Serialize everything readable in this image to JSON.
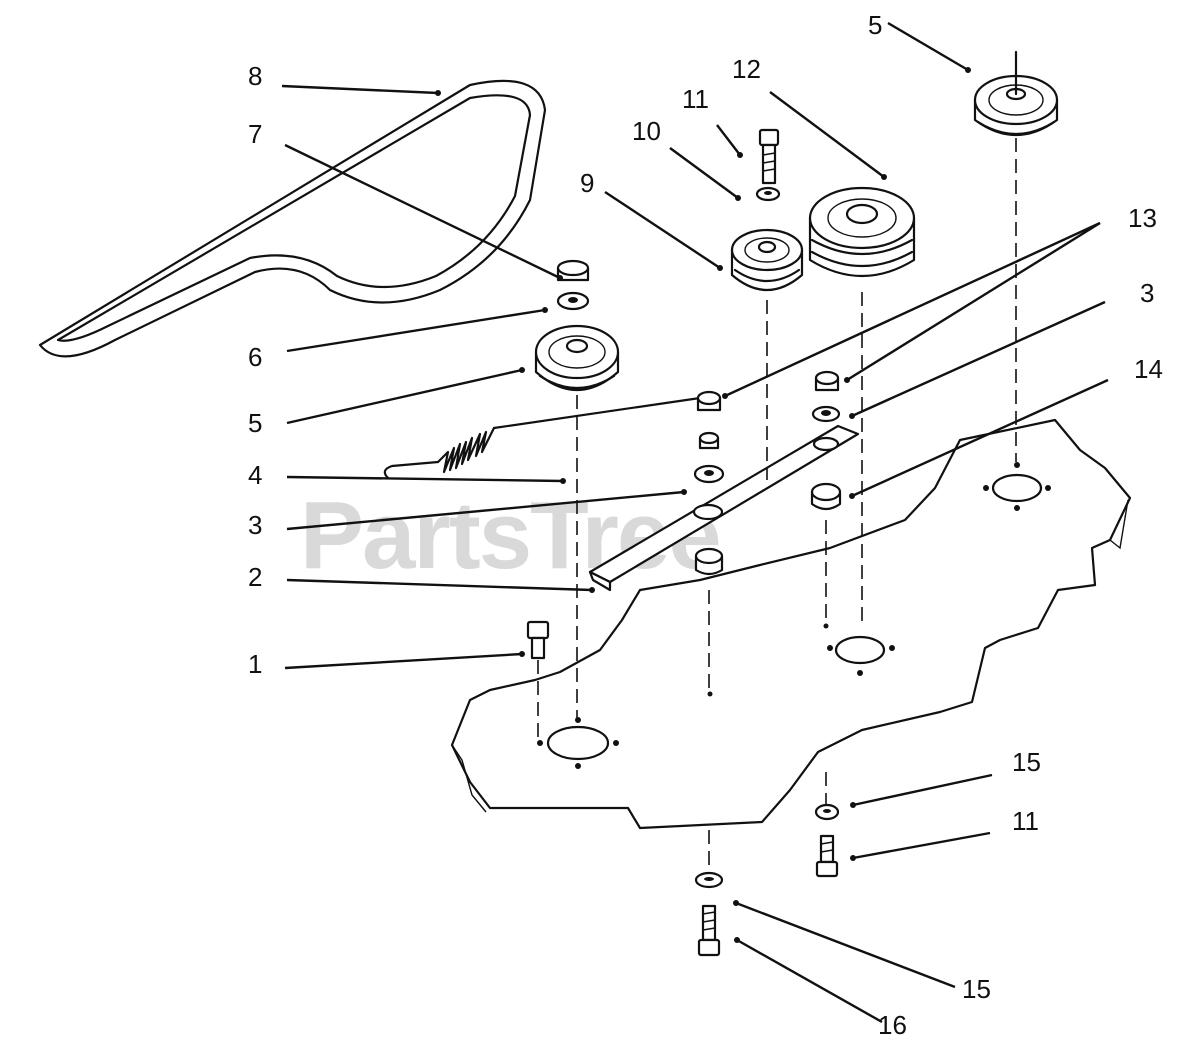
{
  "watermark": "PartsTree",
  "callouts": {
    "c8": "8",
    "c7": "7",
    "c6": "6",
    "c5_left": "5",
    "c4": "4",
    "c3_left": "3",
    "c2": "2",
    "c1": "1",
    "c11_top": "11",
    "c10": "10",
    "c9": "9",
    "c12": "12",
    "c5_right": "5",
    "c13": "13",
    "c3_right": "3",
    "c14": "14",
    "c15_right": "15",
    "c11_bottom": "11",
    "c15_bottom": "15",
    "c16": "16"
  }
}
